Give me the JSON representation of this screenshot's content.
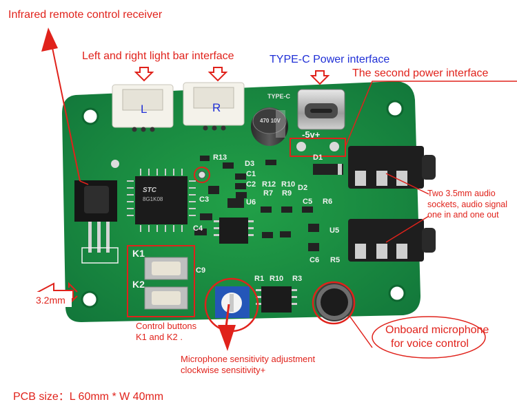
{
  "annotations": {
    "ir_receiver": "Infrared remote control receiver",
    "light_bar": "Left and right light bar interface",
    "typec": "TYPE-C Power interface",
    "second_power": "The second power interface",
    "jacks": "Two 3.5mm audio sockets, audio signal one in and one out",
    "hole_size": "3.2mm",
    "buttons_line1": "Control buttons",
    "buttons_line2": "K1 and  K2 .",
    "mic_sens_line1": "Microphone sensitivity adjustment",
    "mic_sens_line2": "clockwise sensitivity+",
    "onboard_mic_line1": "Onboard microphone",
    "onboard_mic_line2": "for voice control",
    "pcb_size": "PCB size：L 60mm * W 40mm"
  },
  "silkscreen": {
    "conn_left": "L",
    "conn_right": "R",
    "typec_mark": "TYPE-C",
    "power_mark": "-5v+",
    "cap_mark": "470 10V",
    "mcu_brand": "STC",
    "mcu_part": "8G1K08",
    "btn1": "K1",
    "btn2": "K2",
    "refs": [
      "R13",
      "D3",
      "C1",
      "C2",
      "R12",
      "R10",
      "R7",
      "R9",
      "D2",
      "C3",
      "U6",
      "C5",
      "R6",
      "C4",
      "U5",
      "C6",
      "R5",
      "C9",
      "R1",
      "D1",
      "R3",
      "R10"
    ]
  },
  "colors": {
    "annotation_red": "#e0221b",
    "annotation_blue": "#1f2fd6",
    "pcb_green": "#1a8a3a",
    "silk_white": "#f2f2f2"
  }
}
